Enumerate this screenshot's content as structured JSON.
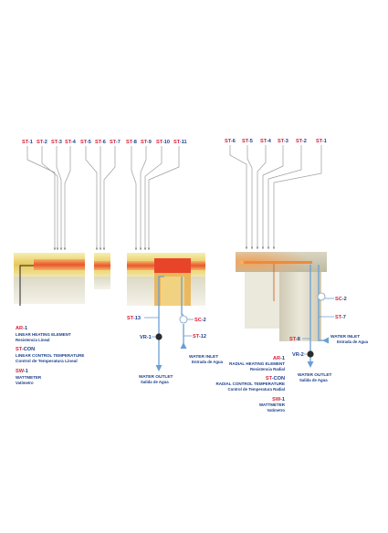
{
  "colors": {
    "code_red": "#d6213b",
    "code_blue": "#1c3f8c",
    "pipe": "#6a9fd4",
    "wire": "#9a9a9a",
    "bar_light": "#f4eba4",
    "bar_mid": "#e9ce67",
    "heater": "#ee8a3c",
    "heater_core": "#ea5b2a",
    "hot_zone": "#e8442a",
    "disc": "#cec9b4",
    "cylinder": "#e0ddca"
  },
  "linear": {
    "sensors": [
      {
        "prefix": "ST",
        "num": "-1"
      },
      {
        "prefix": "ST",
        "num": "-2"
      },
      {
        "prefix": "ST",
        "num": "-3"
      },
      {
        "prefix": "ST",
        "num": "-4"
      },
      {
        "prefix": "ST",
        "num": "-5"
      },
      {
        "prefix": "ST",
        "num": "-6"
      },
      {
        "prefix": "ST",
        "num": "-7"
      },
      {
        "prefix": "ST",
        "num": "-8"
      },
      {
        "prefix": "ST",
        "num": "-9"
      },
      {
        "prefix": "ST",
        "num": "-10"
      },
      {
        "prefix": "ST",
        "num": "-11"
      }
    ],
    "st13": {
      "prefix": "ST",
      "num": "-13"
    },
    "st12": {
      "prefix": "ST",
      "num": "-12"
    },
    "sc2": {
      "prefix": "SC",
      "num": "-2"
    },
    "vr1": {
      "prefix": "VR",
      "num": "-1"
    },
    "outlet": {
      "title": "WATER OUTLET",
      "sub": "Salida de Agua"
    },
    "inlet": {
      "title": "WATER INLET",
      "sub": "Entrada de Agua"
    },
    "legend": {
      "ar": {
        "prefix": "AR",
        "num": "-1",
        "en": "LINEAR HEATING ELEMENT",
        "es": "Resistencia Lineal"
      },
      "stcon": {
        "prefix": "ST",
        "num": "-CON",
        "en": "LINEAR CONTROL TEMPERATURE",
        "es": "Control de Temperatura Lineal"
      },
      "sw": {
        "prefix": "SW",
        "num": "-1",
        "en": "WATTMETER",
        "es": "Vatímetro"
      }
    }
  },
  "radial": {
    "sensors": [
      {
        "prefix": "ST",
        "num": "-6"
      },
      {
        "prefix": "ST",
        "num": "-5"
      },
      {
        "prefix": "ST",
        "num": "-4"
      },
      {
        "prefix": "ST",
        "num": "-3"
      },
      {
        "prefix": "ST",
        "num": "-2"
      },
      {
        "prefix": "ST",
        "num": "-1"
      }
    ],
    "sc2": {
      "prefix": "SC",
      "num": "-2"
    },
    "st7": {
      "prefix": "ST",
      "num": "-7"
    },
    "st8": {
      "prefix": "ST",
      "num": "-8"
    },
    "vr2": {
      "prefix": "VR",
      "num": "-2"
    },
    "inlet": {
      "title": "WATER INLET",
      "sub": "Entrada de Agua"
    },
    "outlet": {
      "title": "WATER OUTLET",
      "sub": "Salida de Agua"
    },
    "legend": {
      "ar": {
        "prefix": "AR",
        "num": "-1",
        "en": "RADIAL HEATING ELEMENT",
        "es": "Resistencia Radial"
      },
      "stcon": {
        "prefix": "ST",
        "num": "-CON",
        "en": "RADIAL CONTROL TEMPERATURE",
        "es": "Control de Temperatura Radial"
      },
      "sw": {
        "prefix": "SW",
        "num": "-1",
        "en": "WATTMETER",
        "es": "Vatímetro"
      }
    }
  }
}
